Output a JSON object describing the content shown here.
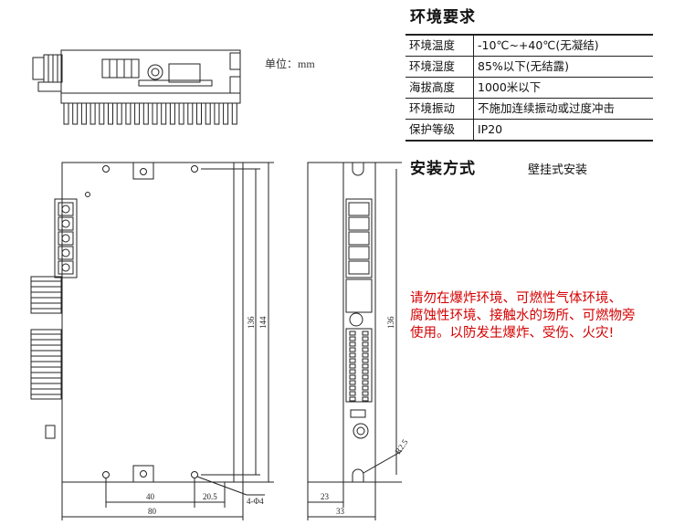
{
  "environment": {
    "title": "环境要求",
    "rows": [
      {
        "key": "环境温度",
        "value": "-10℃~+40℃(无凝结)"
      },
      {
        "key": "环境湿度",
        "value": "85%以下(无结露)"
      },
      {
        "key": "海拔高度",
        "value": "1000米以下"
      },
      {
        "key": "环境振动",
        "value": "不施加连续振动或过度冲击"
      },
      {
        "key": "保护等级",
        "value": "IP20"
      }
    ]
  },
  "installation": {
    "title": "安装方式",
    "value": "壁挂式安装"
  },
  "warning": {
    "line1": "请勿在爆炸环境、可燃性气体环境、",
    "line2": "腐蚀性环境、接触水的场所、可燃物旁",
    "line3": "使用。以防发生爆炸、受伤、火灾!"
  },
  "drawing": {
    "unit_label": "单位：mm",
    "dimensions": {
      "width_80": "80",
      "hole_40": "40",
      "edge_20_5": "20.5",
      "holes_4_phi4": "4-Φ4",
      "height_136": "136",
      "height_144": "144",
      "side_height_136": "136",
      "side_radius": "R2.5",
      "side_23": "23",
      "side_33": "33"
    }
  },
  "colors": {
    "warning_red": "#d40000",
    "line": "#222222"
  }
}
